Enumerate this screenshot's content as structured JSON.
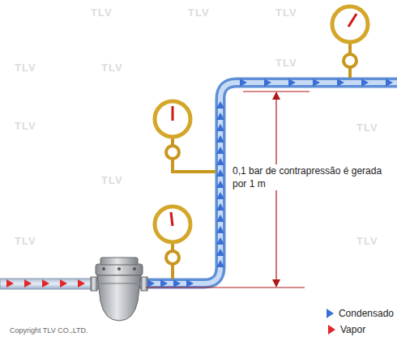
{
  "diagram": {
    "labels": [
      "0,1 bar de contrapressão é gerada por 1 m",
      "Copyright TLV CO.,LTD.",
      "TLV",
      "TLV",
      "TLV",
      "TLV",
      "TLV",
      "TLV",
      "TLV",
      "TLV",
      "TLV",
      "TLV",
      "TLV"
    ],
    "legend": [
      {
        "text": "Condensado",
        "color": "#3b6fd6"
      },
      {
        "text": "Vapor",
        "color": "#e3262a"
      }
    ]
  }
}
